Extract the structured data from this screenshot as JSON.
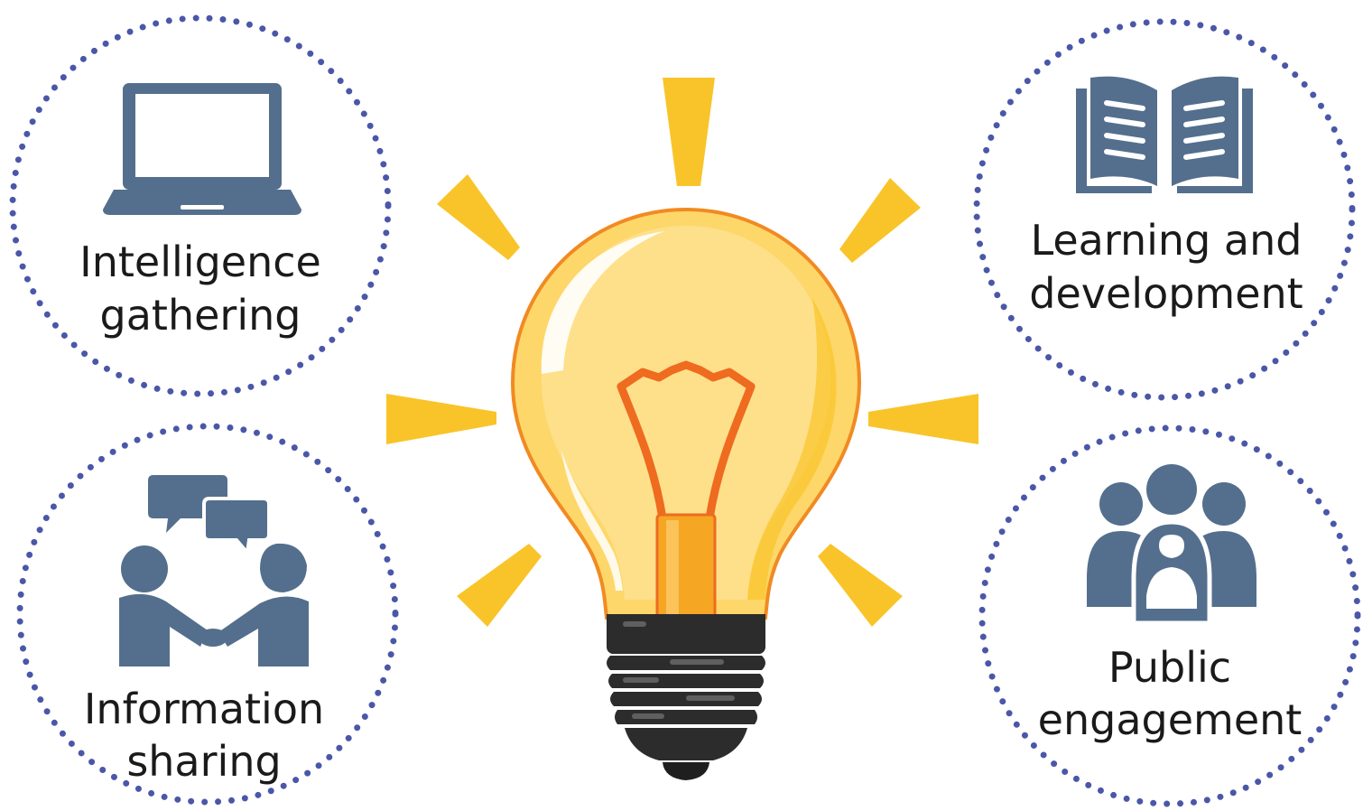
{
  "colors": {
    "icon": "#546f8d",
    "ring": "#4a57a8",
    "ray": "#f9c42a",
    "bulb_fill": "#fdd76a",
    "bulb_outline": "#f18a22",
    "filament": "#ee6b1f",
    "base": "#2c2c2c",
    "text": "#1a1a1a"
  },
  "center": {
    "icon": "light-bulb-icon"
  },
  "nodes": [
    {
      "id": "intelligence",
      "icon": "laptop-icon",
      "line1": "Intelligence",
      "line2": "gathering"
    },
    {
      "id": "learning",
      "icon": "open-book-icon",
      "line1": "Learning and",
      "line2": "development"
    },
    {
      "id": "information",
      "icon": "conversation-icon",
      "line1": "Information",
      "line2": "sharing"
    },
    {
      "id": "public",
      "icon": "people-group-icon",
      "line1": "Public",
      "line2": "engagement"
    }
  ]
}
